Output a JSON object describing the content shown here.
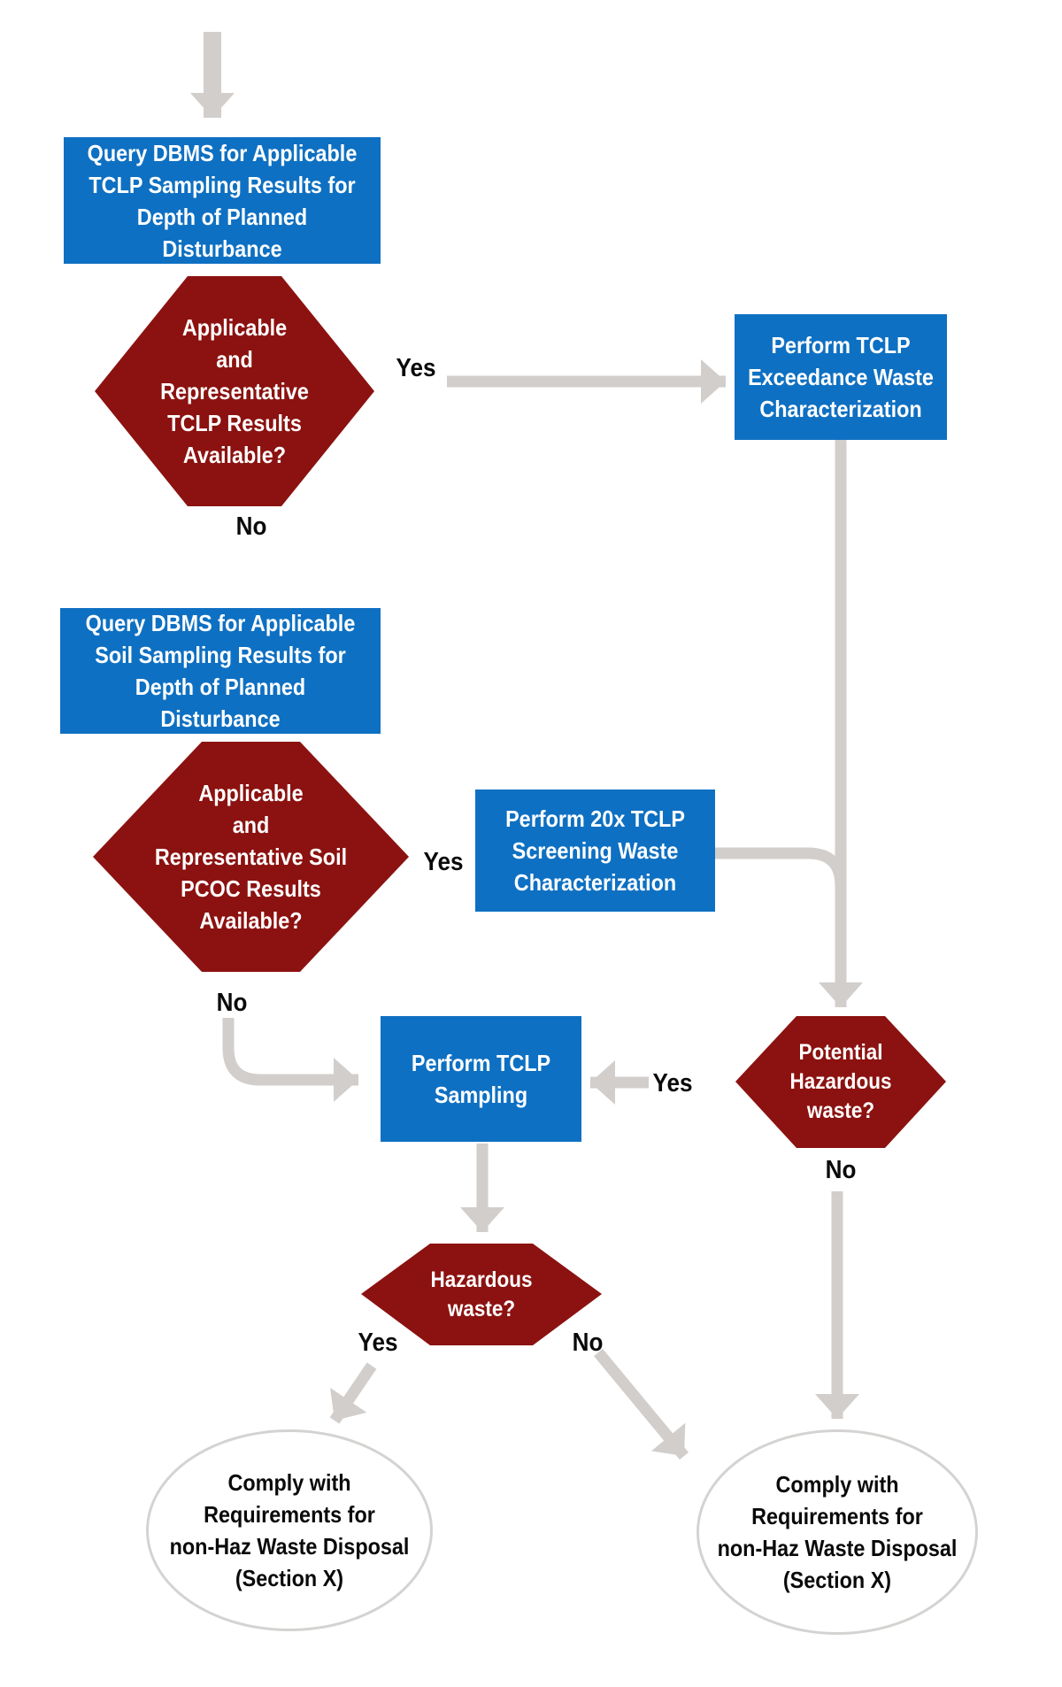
{
  "diagram": {
    "type": "flowchart",
    "colors": {
      "process_fill": "#0E70C2",
      "decision_fill": "#8B1210",
      "arrow_gray": "#D2CECB",
      "terminal_border_gray": "#D5D3D1",
      "node_text": "#FFFFFF",
      "label_text": "#0A0A0A"
    },
    "labels": {
      "yes": "Yes",
      "no": "No"
    },
    "nodes": {
      "query_tclp": {
        "type": "process",
        "lines": [
          "Query DBMS for Applicable",
          "TCLP Sampling Results for",
          "Depth of Planned Disturbance"
        ]
      },
      "tclp_results_available": {
        "type": "decision",
        "lines": [
          "Applicable",
          "and",
          "Representative",
          "TCLP Results",
          "Available?"
        ]
      },
      "perform_exceedance": {
        "type": "process",
        "lines": [
          "Perform TCLP",
          "Exceedance Waste",
          "Characterization"
        ]
      },
      "query_soil": {
        "type": "process",
        "lines": [
          "Query DBMS for Applicable",
          "Soil Sampling Results for",
          "Depth of Planned Disturbance"
        ]
      },
      "soil_pcoc_available": {
        "type": "decision",
        "lines": [
          "Applicable",
          "and",
          "Representative Soil",
          "PCOC Results",
          "Available?"
        ]
      },
      "perform_20x": {
        "type": "process",
        "lines": [
          "Perform 20x TCLP",
          "Screening Waste",
          "Characterization"
        ]
      },
      "perform_sampling": {
        "type": "process",
        "lines": [
          "Perform TCLP",
          "Sampling"
        ]
      },
      "potential_hazardous": {
        "type": "decision",
        "lines": [
          "Potential",
          "Hazardous",
          "waste?"
        ]
      },
      "hazardous": {
        "type": "decision",
        "lines": [
          "Hazardous",
          "waste?"
        ]
      },
      "comply_left": {
        "type": "terminal",
        "lines": [
          "Comply with",
          "Requirements for",
          "non-Haz Waste Disposal",
          "(Section X)"
        ]
      },
      "comply_right": {
        "type": "terminal",
        "lines": [
          "Comply with",
          "Requirements for",
          "non-Haz Waste Disposal",
          "(Section X)"
        ]
      }
    },
    "edges": [
      {
        "from": "start",
        "to": "query_tclp",
        "label": ""
      },
      {
        "from": "tclp_results_available",
        "to": "perform_exceedance",
        "label": "Yes"
      },
      {
        "from": "tclp_results_available",
        "to": "query_soil",
        "label": "No"
      },
      {
        "from": "perform_exceedance",
        "to": "potential_hazardous",
        "label": ""
      },
      {
        "from": "soil_pcoc_available",
        "to": "perform_20x",
        "label": "Yes"
      },
      {
        "from": "soil_pcoc_available",
        "to": "perform_sampling",
        "label": "No"
      },
      {
        "from": "perform_20x",
        "to": "potential_hazardous",
        "label": ""
      },
      {
        "from": "potential_hazardous",
        "to": "perform_sampling",
        "label": "Yes"
      },
      {
        "from": "potential_hazardous",
        "to": "comply_right",
        "label": "No"
      },
      {
        "from": "perform_sampling",
        "to": "hazardous",
        "label": ""
      },
      {
        "from": "hazardous",
        "to": "comply_left",
        "label": "Yes"
      },
      {
        "from": "hazardous",
        "to": "comply_right",
        "label": "No"
      }
    ]
  }
}
